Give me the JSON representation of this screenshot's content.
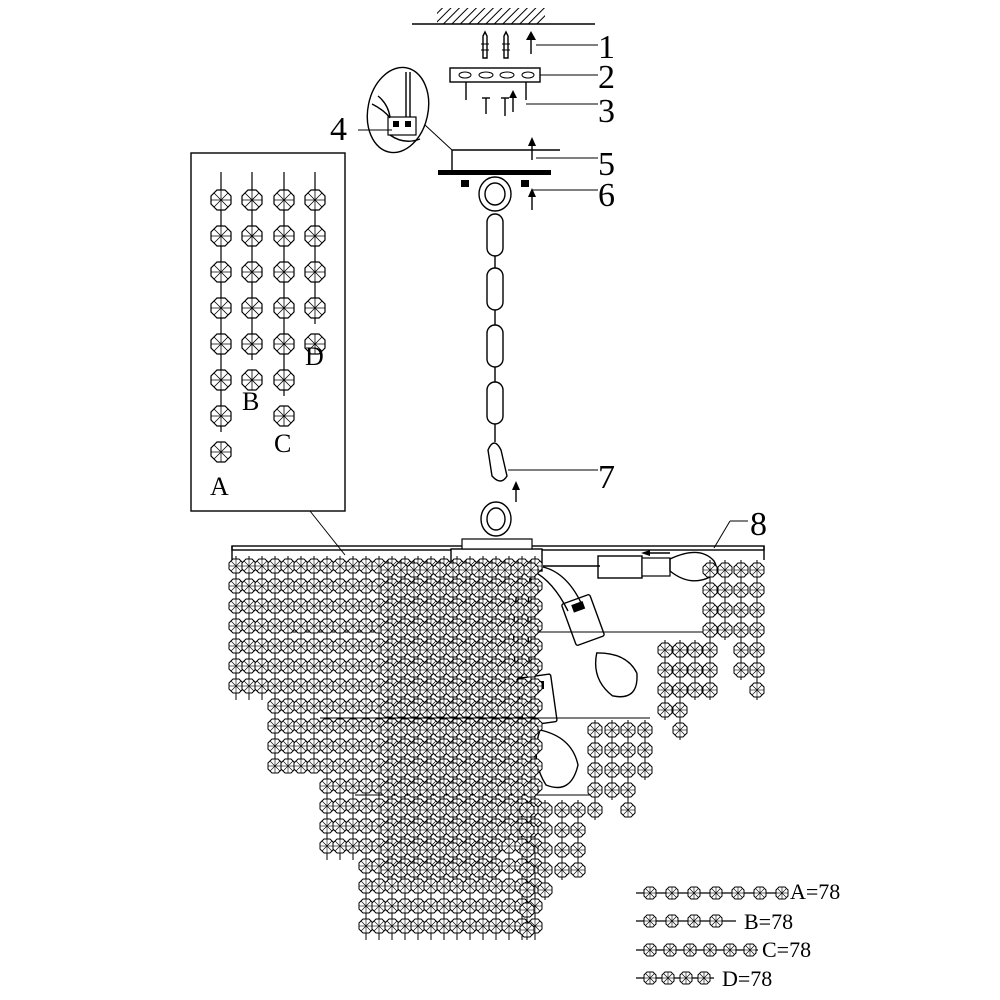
{
  "callouts": {
    "c1": "1",
    "c2": "2",
    "c3": "3",
    "c4": "4",
    "c5": "5",
    "c6": "6",
    "c7": "7",
    "c8": "8"
  },
  "strands": {
    "a": "A",
    "b": "B",
    "c": "C",
    "d": "D"
  },
  "counts": {
    "a": "A=78",
    "b": "B=78",
    "c": "C=78",
    "d": "D=78"
  },
  "colors": {
    "ink": "#000000",
    "paper": "#ffffff"
  }
}
